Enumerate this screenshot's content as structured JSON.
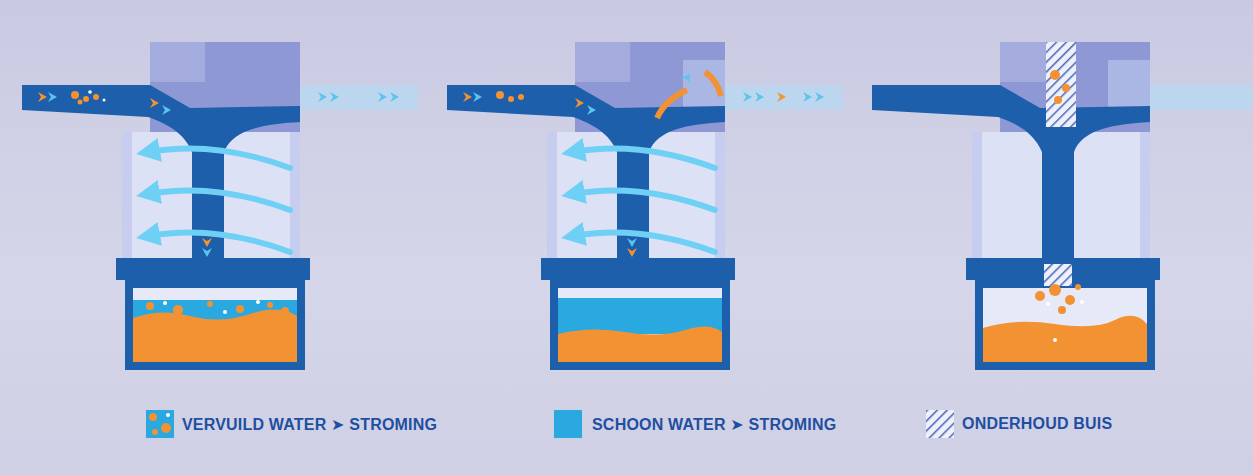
{
  "diagram": {
    "legend": [
      {
        "text": "VERVUILD WATER ➤ STROMING"
      },
      {
        "text": "SCHOON WATER ➤ STROMING",
        "color": "#29a9e0"
      },
      {
        "text": "ONDERHOUD BUIS"
      }
    ]
  }
}
